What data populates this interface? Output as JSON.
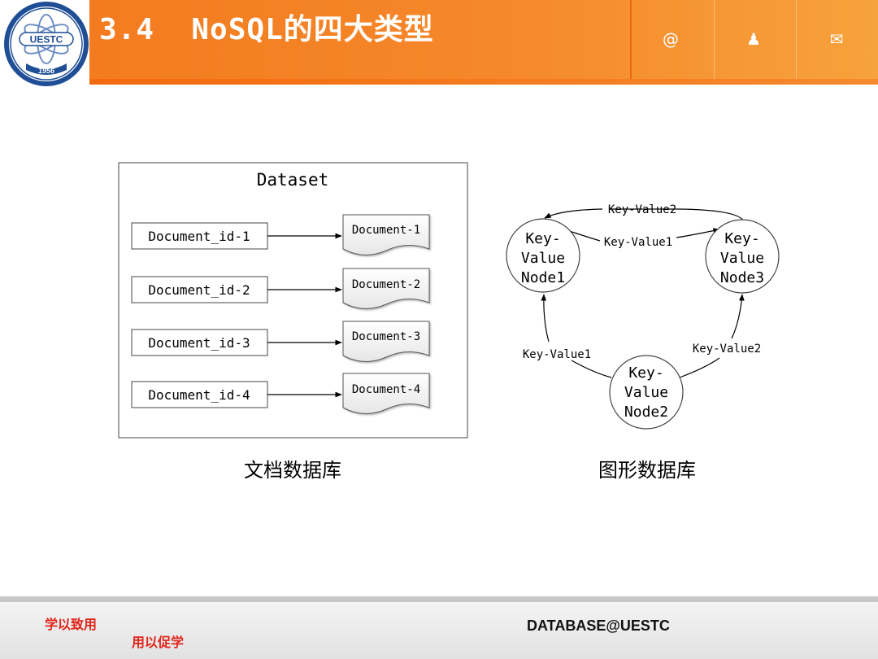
{
  "header": {
    "title": "3.4  NoSQL的四大类型",
    "icons": [
      {
        "name": "at-icon",
        "glyph": "@"
      },
      {
        "name": "person-icon",
        "glyph": "♟"
      },
      {
        "name": "mail-icon",
        "glyph": "✉"
      }
    ],
    "logo": {
      "text": "UESTC",
      "year": "1956"
    },
    "colors": {
      "accent": "#f47b20",
      "motto": "#e2231a"
    }
  },
  "document_db": {
    "dataset_title": "Dataset",
    "ids": [
      "Document_id-1",
      "Document_id-2",
      "Document_id-3",
      "Document_id-4"
    ],
    "documents": [
      "Document-1",
      "Document-2",
      "Document-3",
      "Document-4"
    ],
    "caption": "文档数据库"
  },
  "graph_db": {
    "nodes": [
      [
        "Key-",
        "Value",
        "Node1"
      ],
      [
        "Key-",
        "Value",
        "Node3"
      ],
      [
        "Key-",
        "Value",
        "Node2"
      ]
    ],
    "edges": {
      "top": "Key-Value2",
      "middle": "Key-Value1",
      "left": "Key-Value1",
      "right": "Key-Value2"
    },
    "caption": "图形数据库"
  },
  "footer": {
    "motto1": "学以致用",
    "motto2": "用以促学",
    "brand": "DATABASE@UESTC"
  }
}
